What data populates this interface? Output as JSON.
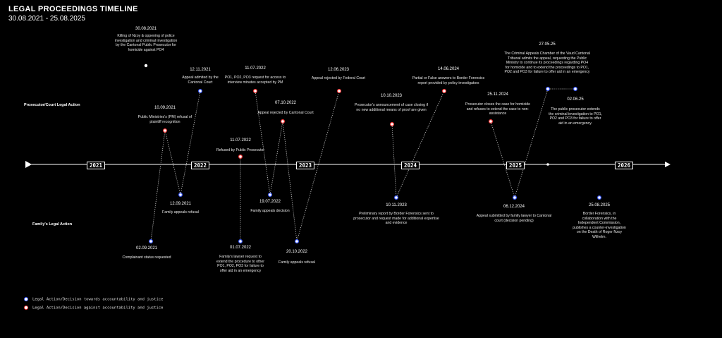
{
  "header": {
    "title": "LEGAL PROCEEDINGS TIMELINE",
    "range": "30.08.2021 - 25.08.2025"
  },
  "lanes": {
    "prosecutor": "Prosecutor/Court Legal Action",
    "family": "Family's Legal Action"
  },
  "years": [
    "2021",
    "2022",
    "2023",
    "2024",
    "2025",
    "2026"
  ],
  "colors": {
    "towards": "#3b5bff",
    "against": "#ff3b3b",
    "neutral": "#ffffff"
  },
  "legend": {
    "towards": "Legal Action/Decision towards accountability and justice",
    "against": "Legal Action/Decision against accountability and justice"
  },
  "events": [
    {
      "date": "30.08.2021",
      "text": "Killing of Nzoy & oppening of police investigation and criminal investigation by the Cantonal Public Prosecutor for homicide against PO4",
      "type": "neutral"
    },
    {
      "date": "12.11.2021",
      "text": "Appeal admited by the Cantonal Court",
      "type": "towards"
    },
    {
      "date": "10.09.2021",
      "text": "Public Ministries's (PM) refusal of plaintiff recognition",
      "type": "against"
    },
    {
      "date": "12.09.2021",
      "text": "Family appeals refusal",
      "type": "towards"
    },
    {
      "date": "02.09.2021",
      "text": "Complainant status requested",
      "type": "towards"
    },
    {
      "date": "11.07.2022",
      "text": "PO1, PO2, PO3 request for access to interview minutes accepted by PM",
      "type": "against"
    },
    {
      "date": "07.10.2022",
      "text": "Appeal rejected by Cantonal Court",
      "type": "against"
    },
    {
      "date": "11.07.2022",
      "text": "Refused by Public Prosecutor",
      "type": "against"
    },
    {
      "date": "19.07.2022",
      "text": "Family appeals decision",
      "type": "towards"
    },
    {
      "date": "01.07.2022",
      "text": "Family's lawyer request to extend the procedure to other PO1, PO2, PO3 for failure to offer aid in an emergency",
      "type": "towards"
    },
    {
      "date": "20.10.2022",
      "text": "Family appeals refusal",
      "type": "towards"
    },
    {
      "date": "12.06.2023",
      "text": "Appeal rejected by Federal Court",
      "type": "against"
    },
    {
      "date": "10.10.2023",
      "text": "Prosecutor's announcement of case closing if no new additional means of proof are given",
      "type": "against"
    },
    {
      "date": "10.11.2023",
      "text": "Preliminary report by Border Forensics sent to prosecutor and request made for additional expertise and evidence",
      "type": "towards"
    },
    {
      "date": "14.06.2024",
      "text": "Partial or False answers to Border Forensics report provided by policy investigators",
      "type": "against"
    },
    {
      "date": "25.11.2024",
      "text": "Prosecutor closes the case for homicide and refuses to extend the case to non-assistance",
      "type": "against"
    },
    {
      "date": "06.12.2024",
      "text": "Appeal submitted by family lawyer to Cantonal court (decision pending)",
      "type": "towards"
    },
    {
      "date": "27.05.25",
      "text": "The Criminal Appeals Chamber of the Vaud Cantonal Tribunal admits the appeal, requesting the Public Ministry to continue its proceedings regarding PO4 for homicide and to extend the proceedings to PO1, PO2 and PO3 for failure to offer aid in an emergency",
      "type": "towards"
    },
    {
      "date": "02.06.25",
      "text": "The public prosecutor extends the criminal investigation to PO1, PO2 and PO3 for failure to offer aid in an emergency.",
      "type": "towards"
    },
    {
      "date": "25.08.2025",
      "text": "Border Forensics, in collaboration with the Independent Commission, publishes a counter-investigation on the Death of Roger Nzoy Wilhelm.",
      "type": "towards"
    }
  ]
}
